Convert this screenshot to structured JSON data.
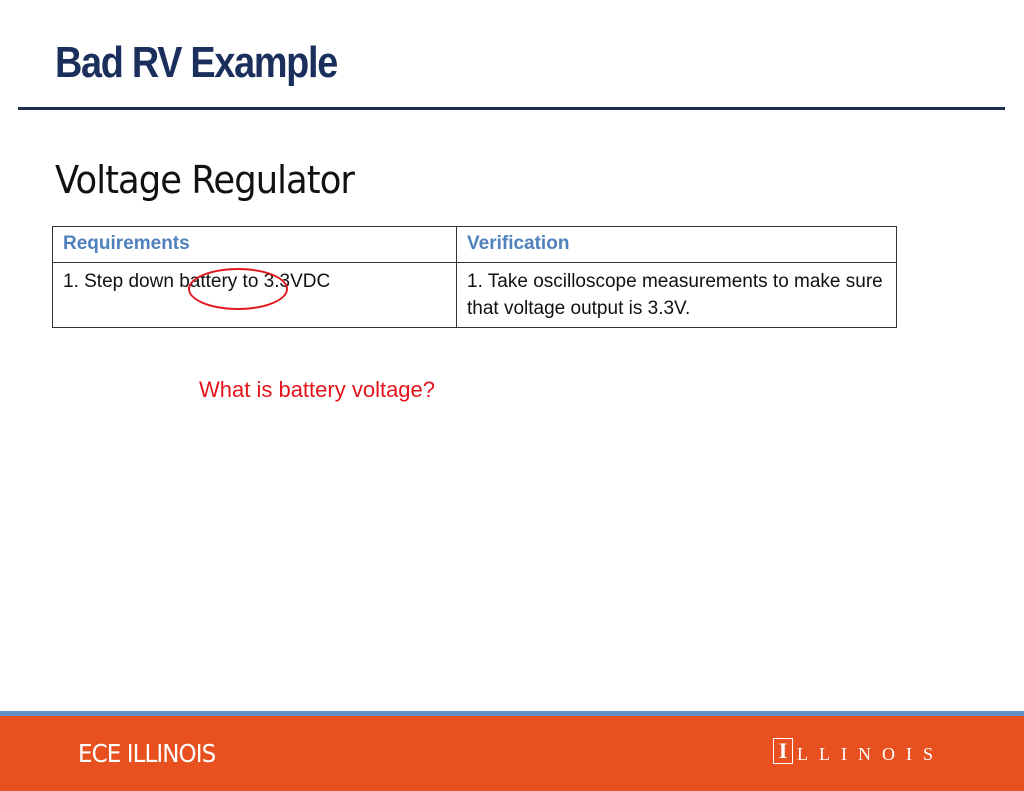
{
  "slide": {
    "title": "Bad RV Example",
    "subtitle": "Voltage Regulator"
  },
  "table": {
    "headers": [
      "Requirements",
      "Verification"
    ],
    "rows": [
      [
        "1. Step down battery to 3.3VDC",
        "1. Take oscilloscope measurements to make sure that voltage output is 3.3V."
      ]
    ]
  },
  "annotation": {
    "circled_word": "battery",
    "question": "What is battery voltage?"
  },
  "footer": {
    "left_label": "ECE ILLINOIS",
    "logo_block_letter": "I",
    "logo_wordmark": "LLINOIS",
    "colors": {
      "orange": "#e8511f",
      "blue_strip": "#5f93c6"
    }
  },
  "colors": {
    "title": "#1b2f5c",
    "header_text": "#4f81bd",
    "annotation_red": "#e5141b"
  }
}
